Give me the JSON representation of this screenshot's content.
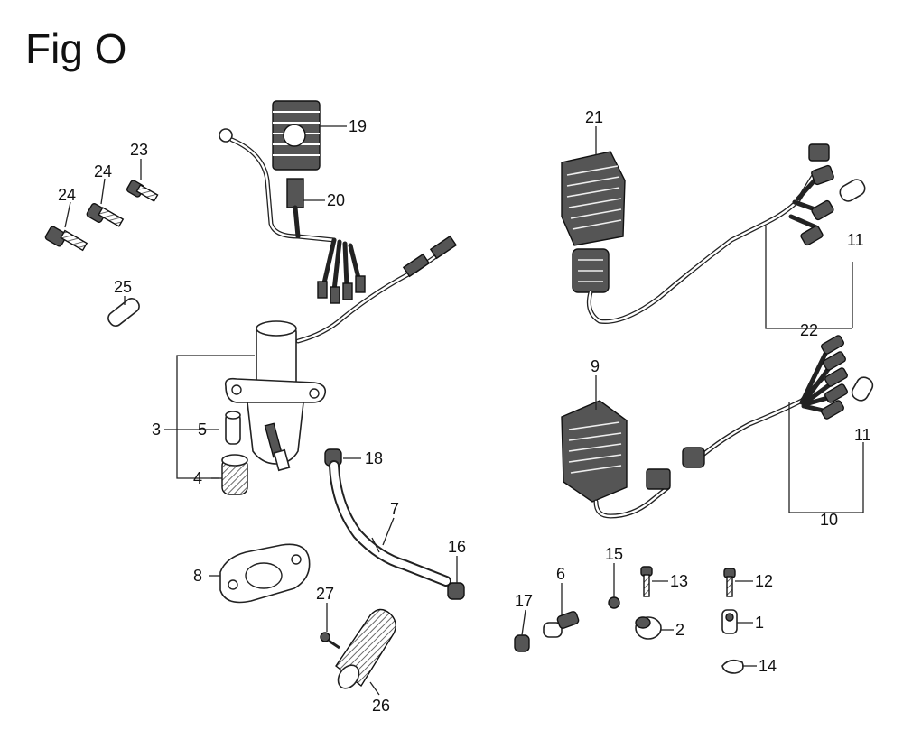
{
  "figure": {
    "title": "Fig O"
  },
  "callouts": [
    {
      "id": "c1",
      "text": "1"
    },
    {
      "id": "c2",
      "text": "2"
    },
    {
      "id": "c3",
      "text": "3"
    },
    {
      "id": "c4",
      "text": "4"
    },
    {
      "id": "c5",
      "text": "5"
    },
    {
      "id": "c6",
      "text": "6"
    },
    {
      "id": "c7",
      "text": "7"
    },
    {
      "id": "c8",
      "text": "8"
    },
    {
      "id": "c9",
      "text": "9"
    },
    {
      "id": "c10",
      "text": "10"
    },
    {
      "id": "c11a",
      "text": "11"
    },
    {
      "id": "c11b",
      "text": "11"
    },
    {
      "id": "c12",
      "text": "12"
    },
    {
      "id": "c13",
      "text": "13"
    },
    {
      "id": "c14",
      "text": "14"
    },
    {
      "id": "c15",
      "text": "15"
    },
    {
      "id": "c16",
      "text": "16"
    },
    {
      "id": "c17",
      "text": "17"
    },
    {
      "id": "c18",
      "text": "18"
    },
    {
      "id": "c19",
      "text": "19"
    },
    {
      "id": "c20",
      "text": "20"
    },
    {
      "id": "c21",
      "text": "21"
    },
    {
      "id": "c22",
      "text": "22"
    },
    {
      "id": "c23",
      "text": "23"
    },
    {
      "id": "c24a",
      "text": "24"
    },
    {
      "id": "c24b",
      "text": "24"
    },
    {
      "id": "c25",
      "text": "25"
    },
    {
      "id": "c26",
      "text": "26"
    },
    {
      "id": "c27",
      "text": "27"
    }
  ]
}
